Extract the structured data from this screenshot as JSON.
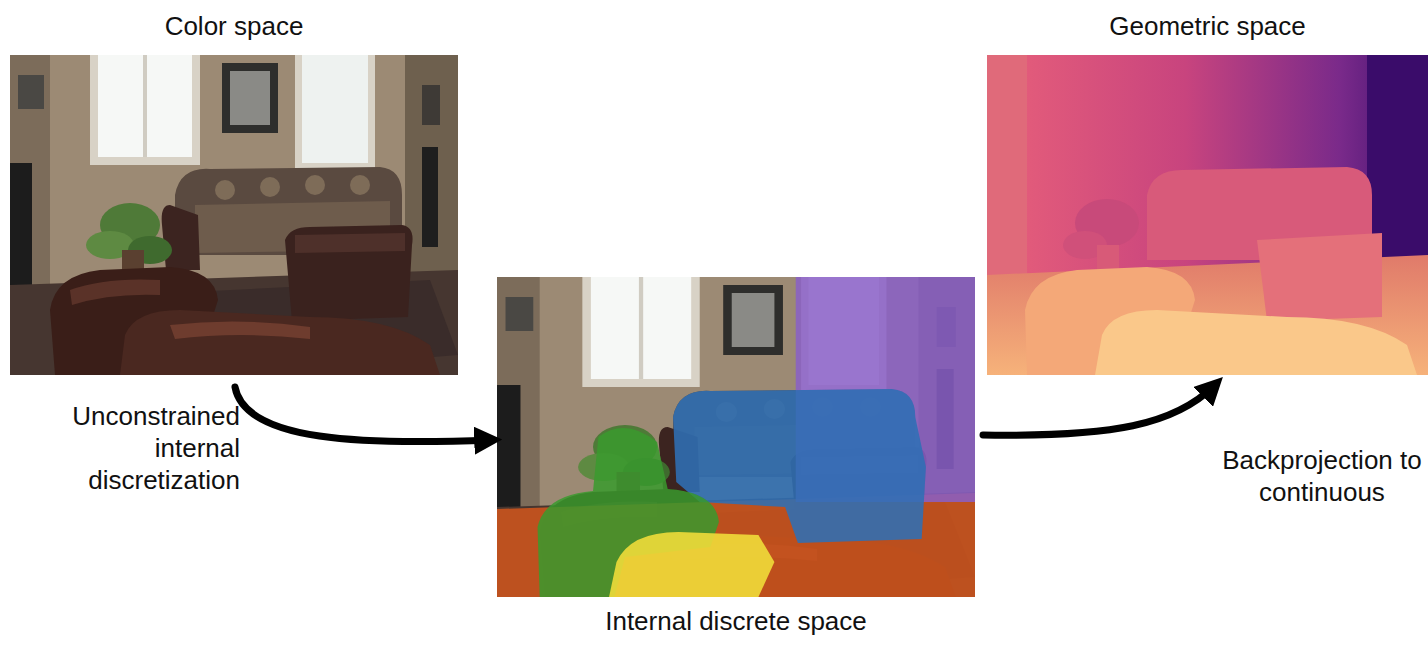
{
  "diagram": {
    "nodes": [
      {
        "text": [
          "Color space"
        ]
      },
      {
        "text": [
          "Internal discrete space"
        ]
      },
      {
        "text": [
          "Geometric space"
        ]
      }
    ],
    "edges": [
      {
        "from": 0,
        "to": 1,
        "arrow": "to",
        "label": "Unconstrained internal discretization"
      },
      {
        "from": 1,
        "to": 2,
        "arrow": "to",
        "label": "Backprojection to continuous"
      }
    ]
  }
}
